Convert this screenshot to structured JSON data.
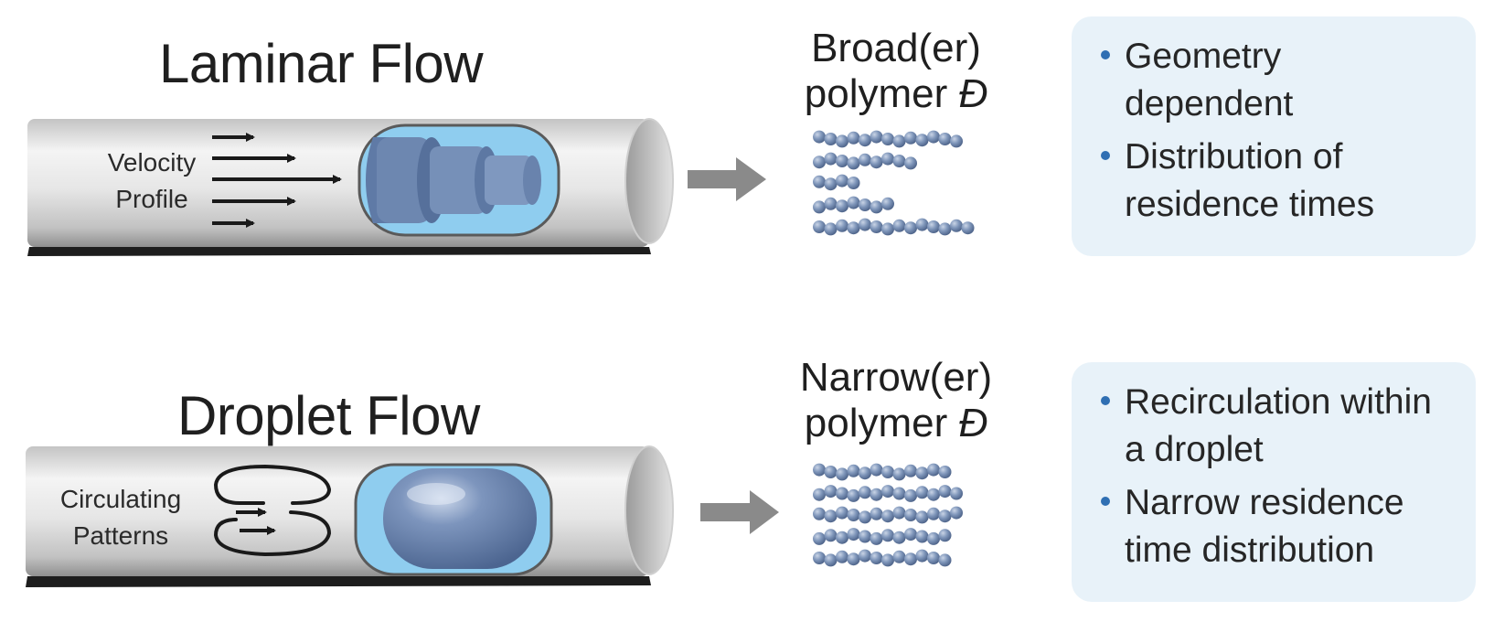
{
  "rows": [
    {
      "id": "laminar",
      "title": "Laminar Flow",
      "pipe_label": [
        "Velocity",
        "Profile"
      ],
      "polymer_label_word": "Broad(er)",
      "polymer_label_prefix": "polymer ",
      "polymer_symbol": "Đ",
      "bullets": [
        "Geometry dependent",
        "Distribution of residence times"
      ],
      "chain_lengths": [
        13,
        9,
        4,
        7,
        14
      ]
    },
    {
      "id": "droplet",
      "title": "Droplet Flow",
      "pipe_label": [
        "Circulating",
        "Patterns"
      ],
      "polymer_label_word": "Narrow(er)",
      "polymer_label_prefix": "polymer ",
      "polymer_symbol": "Đ",
      "bullets": [
        "Recirculation within a droplet",
        "Narrow residence time distribution"
      ],
      "chain_lengths": [
        12,
        13,
        13,
        12,
        12
      ]
    }
  ],
  "colors": {
    "pipe_light": "#f2f2f2",
    "pipe_mid": "#c9c9c9",
    "pipe_dark": "#8c8c8c",
    "pipe_shadow": "#1d1d1d",
    "fluid": "#8fcdef",
    "plug": "#6d87b0",
    "bead": "#7f96ba",
    "arrow_gray": "#8a8a8a",
    "bullet": "#2f6fb3",
    "box_bg": "#e8f2f9"
  }
}
